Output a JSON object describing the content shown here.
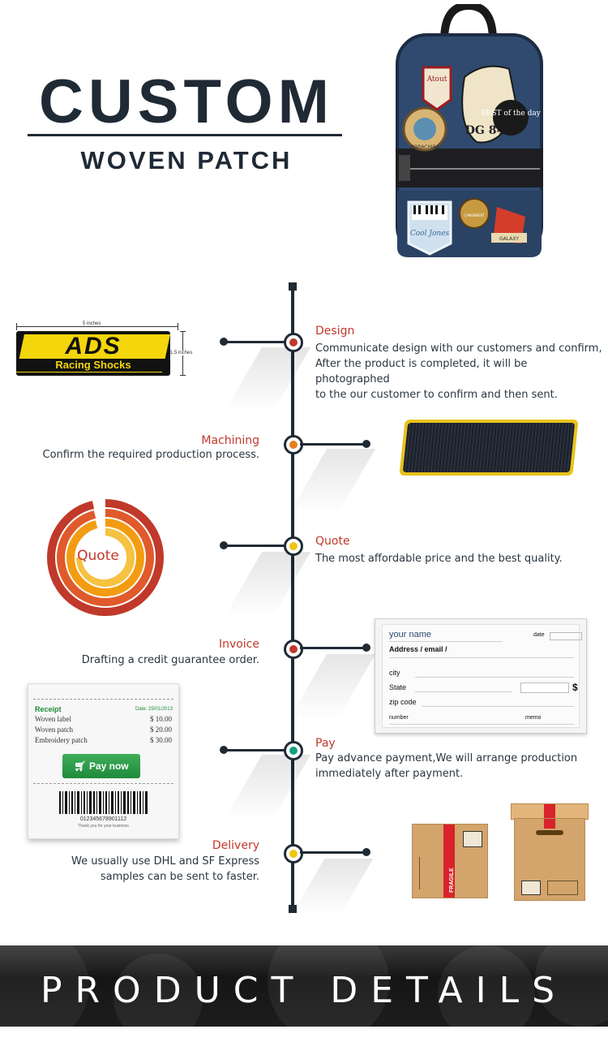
{
  "header": {
    "title": "CUSTOM",
    "subtitle": "WOVEN PATCH"
  },
  "hero_image": {
    "patches": [
      "Atout",
      "HORACHIBA",
      "DG 84",
      "BEST of the day",
      "Cool Jones",
      "CAMEMBERT",
      "GALAXY"
    ]
  },
  "design_sample": {
    "width_label": "5 inches",
    "height_label": "1.5 inches",
    "logo_main": "ADS",
    "logo_sub": "Racing Shocks"
  },
  "steps": [
    {
      "title": "Design",
      "desc": [
        "Communicate design with our customers and confirm,",
        "After the product is completed, it will be photographed",
        "to the our customer to confirm and then sent."
      ],
      "color": "#c0392b"
    },
    {
      "title": "Machining",
      "desc": [
        "Confirm the required production process."
      ],
      "color": "#e67e22"
    },
    {
      "title": "Quote",
      "desc": [
        "The most affordable price and the best quality."
      ],
      "color": "#f1c40f"
    },
    {
      "title": "Invoice",
      "desc": [
        "Drafting a credit guarantee order."
      ],
      "color": "#c0392b"
    },
    {
      "title": "Pay",
      "desc": [
        "Pay advance payment,We will arrange production",
        "immediately after payment."
      ],
      "color": "#16a085"
    },
    {
      "title": "Delivery",
      "desc": [
        "We usually use DHL and SF Express",
        "samples can be sent to faster."
      ],
      "color": "#f1c40f"
    }
  ],
  "quote_graphic": {
    "label": "Quote"
  },
  "invoice_form": {
    "name": "your name",
    "date": "date",
    "address": "Address / email /",
    "city": "city",
    "state": "State",
    "currency": "$",
    "zip": "zip code",
    "number": "number",
    "memo": "memo"
  },
  "receipt": {
    "title": "Receipt",
    "date": "Date: 25/01/2013",
    "items": [
      {
        "name": "Woven label",
        "price": "$ 10.00"
      },
      {
        "name": "Woven patch",
        "price": "$ 20.00"
      },
      {
        "name": "Embroidery patch",
        "price": "$ 30.00"
      }
    ],
    "button": "Pay now",
    "barcode_number": "012345678901112",
    "footer": "Thank you for your business"
  },
  "boxes": {
    "fragile": "FRAGILE"
  },
  "banner": {
    "text": "PRODUCT DETAILS"
  }
}
